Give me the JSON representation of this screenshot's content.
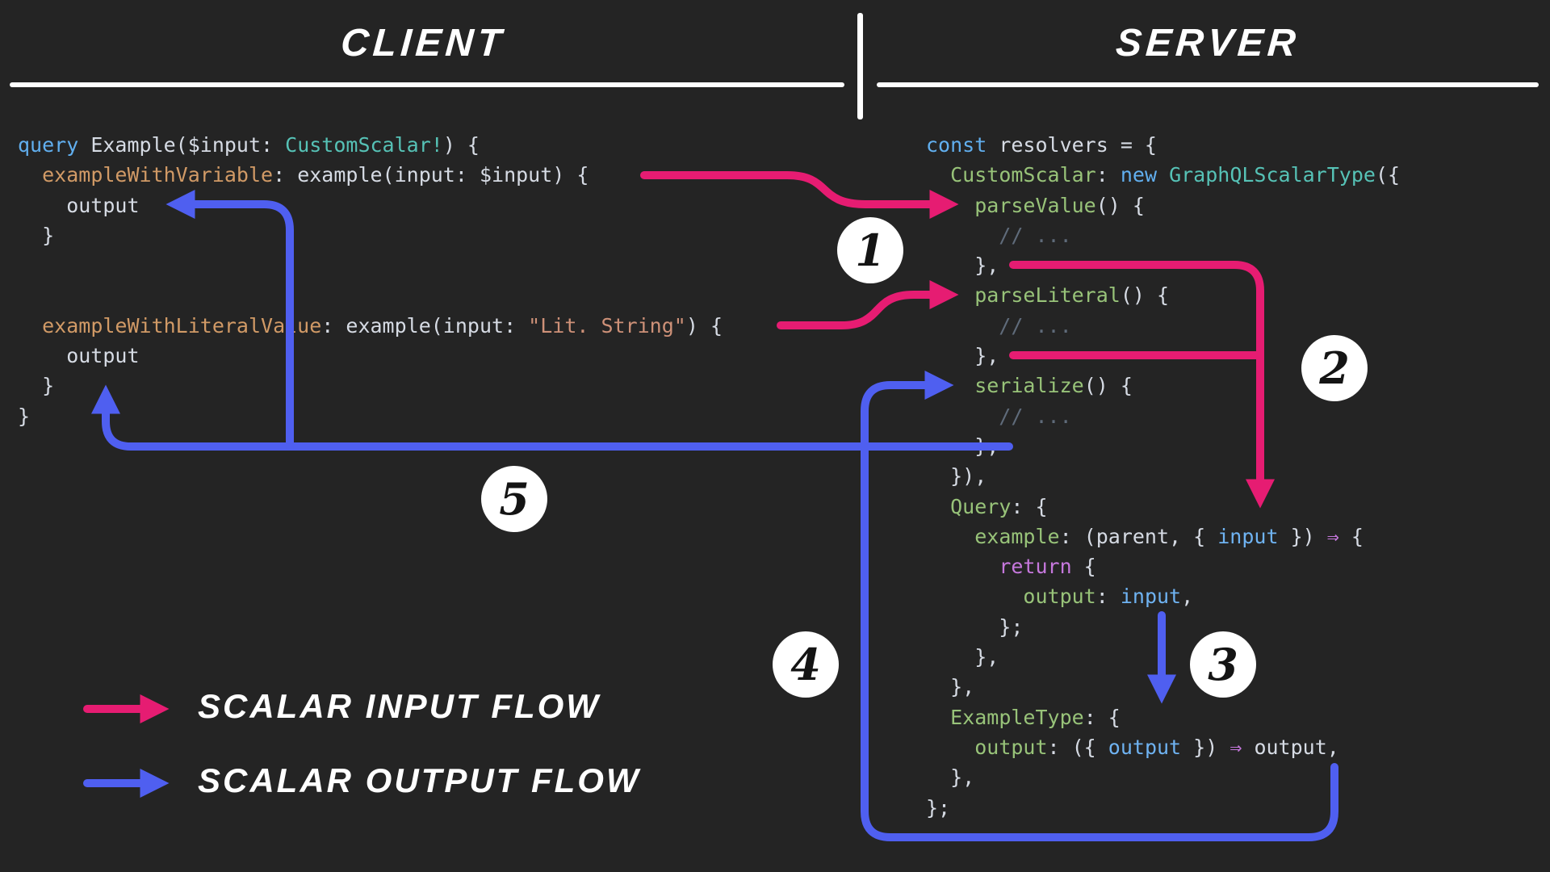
{
  "theme": {
    "bg": "#242424",
    "input_flow_color": "#e61c72",
    "output_flow_color": "#4f5ff0",
    "divider_color": "#ffffff"
  },
  "header": {
    "client": "CLIENT",
    "server": "SERVER"
  },
  "legend": {
    "input_label": "SCALAR INPUT FLOW",
    "output_label": "SCALAR OUTPUT FLOW"
  },
  "badges": [
    {
      "label": "1"
    },
    {
      "label": "2"
    },
    {
      "label": "3"
    },
    {
      "label": "4"
    },
    {
      "label": "5"
    }
  ],
  "client_code": {
    "lines": [
      [
        {
          "t": "query",
          "c": "kw"
        },
        {
          "t": " Example($input: ",
          "c": "fg"
        },
        {
          "t": "CustomScalar!",
          "c": "type"
        },
        {
          "t": ") {",
          "c": "fg"
        }
      ],
      [
        {
          "t": "  ",
          "c": "fg"
        },
        {
          "t": "exampleWithVariable",
          "c": "alias"
        },
        {
          "t": ": example(input: $input) {",
          "c": "fg"
        }
      ],
      [
        {
          "t": "    output",
          "c": "fg"
        }
      ],
      [
        {
          "t": "  }",
          "c": "fg"
        }
      ],
      [],
      [],
      [
        {
          "t": "  ",
          "c": "fg"
        },
        {
          "t": "exampleWithLiteralValue",
          "c": "alias"
        },
        {
          "t": ": example(input: ",
          "c": "fg"
        },
        {
          "t": "\"Lit. String\"",
          "c": "str"
        },
        {
          "t": ") {",
          "c": "fg"
        }
      ],
      [
        {
          "t": "    output",
          "c": "fg"
        }
      ],
      [
        {
          "t": "  }",
          "c": "fg"
        }
      ],
      [
        {
          "t": "}",
          "c": "fg"
        }
      ]
    ]
  },
  "server_code": {
    "lines": [
      [
        {
          "t": "const",
          "c": "kw"
        },
        {
          "t": " resolvers = {",
          "c": "fg"
        }
      ],
      [
        {
          "t": "  ",
          "c": "fg"
        },
        {
          "t": "CustomScalar",
          "c": "prop"
        },
        {
          "t": ": ",
          "c": "fg"
        },
        {
          "t": "new",
          "c": "kw"
        },
        {
          "t": " ",
          "c": "fg"
        },
        {
          "t": "GraphQLScalarType",
          "c": "type"
        },
        {
          "t": "({",
          "c": "fg"
        }
      ],
      [
        {
          "t": "    ",
          "c": "fg"
        },
        {
          "t": "parseValue",
          "c": "prop"
        },
        {
          "t": "() {",
          "c": "fg"
        }
      ],
      [
        {
          "t": "      // ...",
          "c": "cm"
        }
      ],
      [
        {
          "t": "    },",
          "c": "fg"
        }
      ],
      [
        {
          "t": "    ",
          "c": "fg"
        },
        {
          "t": "parseLiteral",
          "c": "prop"
        },
        {
          "t": "() {",
          "c": "fg"
        }
      ],
      [
        {
          "t": "      // ...",
          "c": "cm"
        }
      ],
      [
        {
          "t": "    },",
          "c": "fg"
        }
      ],
      [
        {
          "t": "    ",
          "c": "fg"
        },
        {
          "t": "serialize",
          "c": "prop"
        },
        {
          "t": "() {",
          "c": "fg"
        }
      ],
      [
        {
          "t": "      // ...",
          "c": "cm"
        }
      ],
      [
        {
          "t": "    },",
          "c": "fg"
        }
      ],
      [
        {
          "t": "  }),",
          "c": "fg"
        }
      ],
      [
        {
          "t": "  ",
          "c": "fg"
        },
        {
          "t": "Query",
          "c": "prop"
        },
        {
          "t": ": {",
          "c": "fg"
        }
      ],
      [
        {
          "t": "    ",
          "c": "fg"
        },
        {
          "t": "example",
          "c": "prop"
        },
        {
          "t": ": (parent, { ",
          "c": "fg"
        },
        {
          "t": "input",
          "c": "var"
        },
        {
          "t": " }) ",
          "c": "fg"
        },
        {
          "t": "⇒",
          "c": "op"
        },
        {
          "t": " {",
          "c": "fg"
        }
      ],
      [
        {
          "t": "      ",
          "c": "fg"
        },
        {
          "t": "return",
          "c": "op"
        },
        {
          "t": " {",
          "c": "fg"
        }
      ],
      [
        {
          "t": "        ",
          "c": "fg"
        },
        {
          "t": "output",
          "c": "prop"
        },
        {
          "t": ": ",
          "c": "fg"
        },
        {
          "t": "input",
          "c": "var"
        },
        {
          "t": ",",
          "c": "fg"
        }
      ],
      [
        {
          "t": "      };",
          "c": "fg"
        }
      ],
      [
        {
          "t": "    },",
          "c": "fg"
        }
      ],
      [
        {
          "t": "  },",
          "c": "fg"
        }
      ],
      [
        {
          "t": "  ",
          "c": "fg"
        },
        {
          "t": "ExampleType",
          "c": "prop"
        },
        {
          "t": ": {",
          "c": "fg"
        }
      ],
      [
        {
          "t": "    ",
          "c": "fg"
        },
        {
          "t": "output",
          "c": "prop"
        },
        {
          "t": ": ({ ",
          "c": "fg"
        },
        {
          "t": "output",
          "c": "var"
        },
        {
          "t": " }) ",
          "c": "fg"
        },
        {
          "t": "⇒",
          "c": "op"
        },
        {
          "t": " ",
          "c": "fg"
        },
        {
          "t": "output,",
          "c": "fg"
        }
      ],
      [
        {
          "t": "  },",
          "c": "fg"
        }
      ],
      [
        {
          "t": "};",
          "c": "fg"
        }
      ]
    ]
  }
}
